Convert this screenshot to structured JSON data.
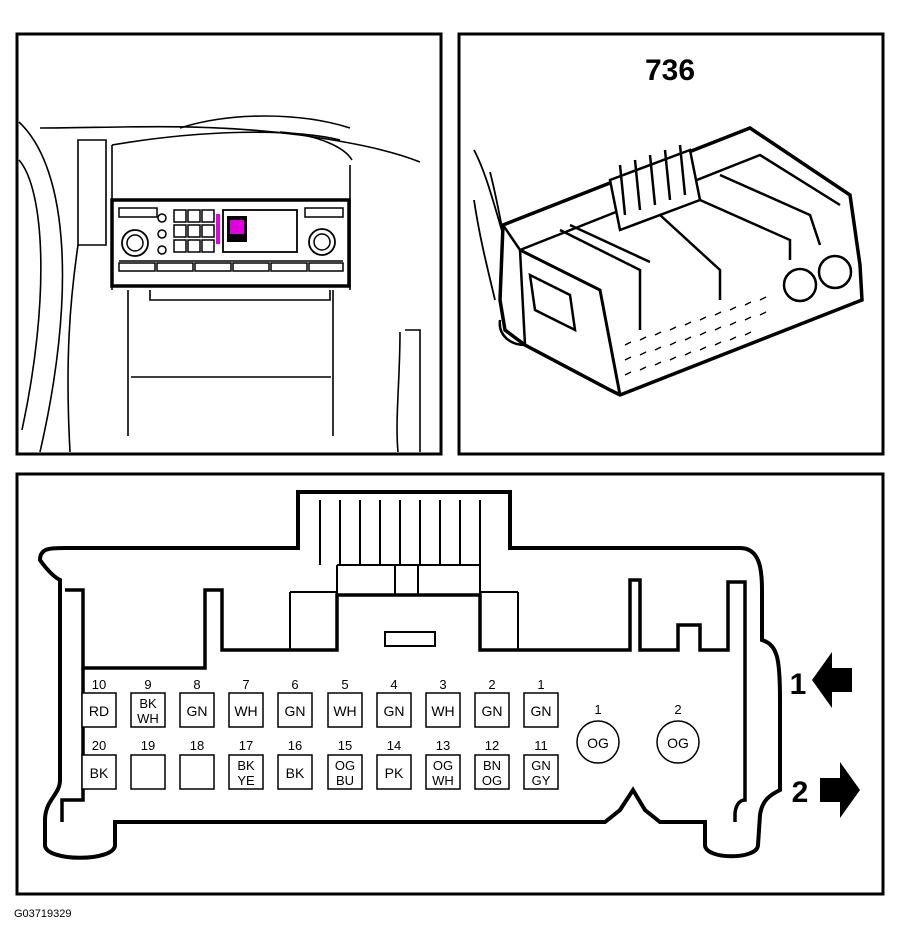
{
  "connector": {
    "number": "736"
  },
  "figure_id": "G03719329",
  "direction_labels": {
    "one": "1",
    "two": "2"
  },
  "pins_top": [
    {
      "num": "10",
      "color": [
        "RD"
      ]
    },
    {
      "num": "9",
      "color": [
        "BK",
        "WH"
      ]
    },
    {
      "num": "8",
      "color": [
        "GN"
      ]
    },
    {
      "num": "7",
      "color": [
        "WH"
      ]
    },
    {
      "num": "6",
      "color": [
        "GN"
      ]
    },
    {
      "num": "5",
      "color": [
        "WH"
      ]
    },
    {
      "num": "4",
      "color": [
        "GN"
      ]
    },
    {
      "num": "3",
      "color": [
        "WH"
      ]
    },
    {
      "num": "2",
      "color": [
        "GN"
      ]
    },
    {
      "num": "1",
      "color": [
        "GN"
      ]
    }
  ],
  "pins_bottom": [
    {
      "num": "20",
      "color": [
        "BK"
      ]
    },
    {
      "num": "19",
      "color": []
    },
    {
      "num": "18",
      "color": []
    },
    {
      "num": "17",
      "color": [
        "BK",
        "YE"
      ]
    },
    {
      "num": "16",
      "color": [
        "BK"
      ]
    },
    {
      "num": "15",
      "color": [
        "OG",
        "BU"
      ]
    },
    {
      "num": "14",
      "color": [
        "PK"
      ]
    },
    {
      "num": "13",
      "color": [
        "OG",
        "WH"
      ]
    },
    {
      "num": "12",
      "color": [
        "BN",
        "OG"
      ]
    },
    {
      "num": "11",
      "color": [
        "GN",
        "GY"
      ]
    }
  ],
  "coax_pins": [
    {
      "num": "1",
      "color": "OG"
    },
    {
      "num": "2",
      "color": "OG"
    }
  ],
  "colors": {
    "highlight": "#e000e0",
    "line": "#000000",
    "background": "#ffffff"
  }
}
